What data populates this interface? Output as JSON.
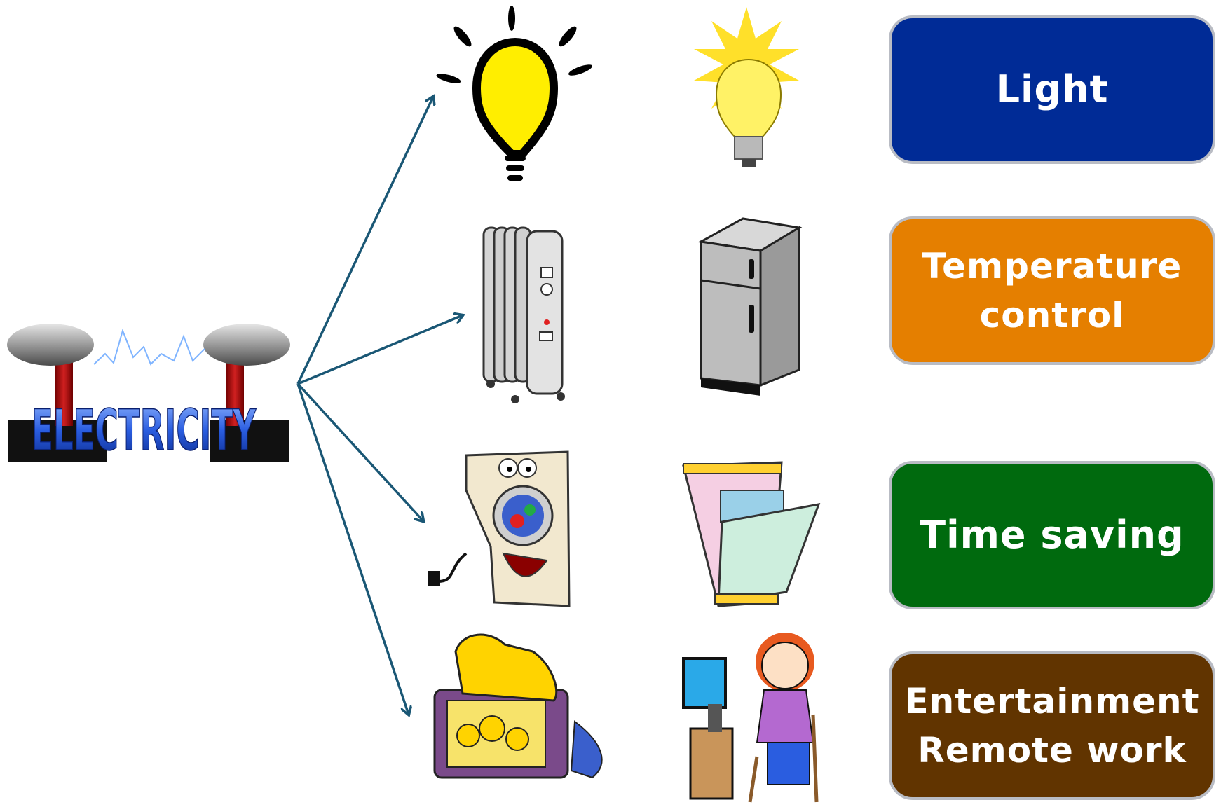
{
  "source": {
    "title": "ELECTRICITY"
  },
  "categories": [
    {
      "id": "light",
      "lines": [
        "Light"
      ],
      "color": "#002b96"
    },
    {
      "id": "temperature",
      "lines": [
        "Temperature",
        "control"
      ],
      "color": "#e57f00"
    },
    {
      "id": "time",
      "lines": [
        "Time saving"
      ],
      "color": "#006a0e"
    },
    {
      "id": "entertainment",
      "lines": [
        "Entertainment",
        "Remote work"
      ],
      "color": "#613400"
    }
  ],
  "icons": {
    "row1": [
      "light-bulb-outline-icon",
      "glowing-light-bulb-icon"
    ],
    "row2": [
      "oil-radiator-heater-icon",
      "refrigerator-icon"
    ],
    "row3": [
      "washing-machine-icon",
      "dishwasher-icon"
    ],
    "row4": [
      "family-tv-icon",
      "child-at-computer-icon"
    ]
  },
  "colors": {
    "arrow": "#1a5775",
    "bulb_yellow": "#ffee00",
    "electricity_blue": "#2a5de0"
  }
}
